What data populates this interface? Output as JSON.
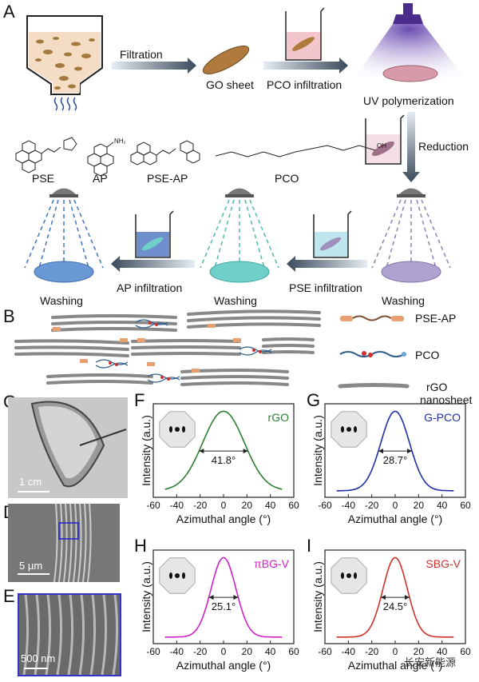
{
  "panels": {
    "A": "A",
    "B": "B",
    "C": "C",
    "D": "D",
    "E": "E",
    "F": "F",
    "G": "G",
    "H": "H",
    "I": "I"
  },
  "process": {
    "filtration": "Filtration",
    "go_sheet": "GO sheet",
    "pco_infiltration": "PCO infiltration",
    "uv_polymerization": "UV polymerization",
    "reduction": "Reduction",
    "pse_infiltration": "PSE infiltration",
    "ap_infiltration": "AP infiltration",
    "washing_1": "Washing",
    "washing_2": "Washing",
    "washing_3": "Washing"
  },
  "molecules": {
    "pse": "PSE",
    "ap": "AP",
    "pse_ap": "PSE-AP",
    "pco": "PCO",
    "nh2": "NH₂",
    "oh": "OH"
  },
  "legend_b": {
    "pse_ap": "PSE-AP",
    "pco": "PCO",
    "rgo_line1": "rGO",
    "rgo_line2": "nanosheet"
  },
  "scale_bars": {
    "c": "1 cm",
    "d": "5 µm",
    "e": "500 nm"
  },
  "watermark": "长安新能源",
  "colors": {
    "rgo": "#2e7d32",
    "g_pco": "#1f2fa8",
    "pibg_v": "#d020c8",
    "sbg_v": "#d0302a",
    "sheet_gray": "#9a9a9a",
    "pse_ap_orange": "#e8a070",
    "pco_blue": "#2a5c8a"
  },
  "chart_data": [
    {
      "type": "line",
      "panel": "F",
      "series": [
        {
          "name": "rGO",
          "peak_center": 0,
          "fwhm": 41.8
        }
      ],
      "annotation": "41.8°",
      "xlabel": "Azimuthal angle (°)",
      "ylabel": "Intensity (a.u.)",
      "xlim": [
        -60,
        60
      ],
      "xticks": [
        "-60",
        "-40",
        "-20",
        "0",
        "20",
        "40",
        "60"
      ]
    },
    {
      "type": "line",
      "panel": "G",
      "series": [
        {
          "name": "G-PCO",
          "peak_center": 0,
          "fwhm": 28.7
        }
      ],
      "annotation": "28.7°",
      "xlabel": "Azimuthal angle (°)",
      "ylabel": "Intensity (a.u.)",
      "xlim": [
        -60,
        60
      ],
      "xticks": [
        "-60",
        "-40",
        "-20",
        "0",
        "20",
        "40",
        "60"
      ]
    },
    {
      "type": "line",
      "panel": "H",
      "series": [
        {
          "name": "πBG-V",
          "peak_center": 0,
          "fwhm": 25.1
        }
      ],
      "annotation": "25.1°",
      "xlabel": "Azimuthal angle (°)",
      "ylabel": "Intensity (a.u.)",
      "xlim": [
        -60,
        60
      ],
      "xticks": [
        "-60",
        "-40",
        "-20",
        "0",
        "20",
        "40",
        "60"
      ]
    },
    {
      "type": "line",
      "panel": "I",
      "series": [
        {
          "name": "SBG-V",
          "peak_center": 0,
          "fwhm": 24.5
        }
      ],
      "annotation": "24.5°",
      "xlabel": "Azimuthal angle (°)",
      "ylabel": "Intensity (a.u.)",
      "xlim": [
        -60,
        60
      ],
      "xticks": [
        "-60",
        "-40",
        "-20",
        "0",
        "20",
        "40",
        "60"
      ]
    }
  ]
}
